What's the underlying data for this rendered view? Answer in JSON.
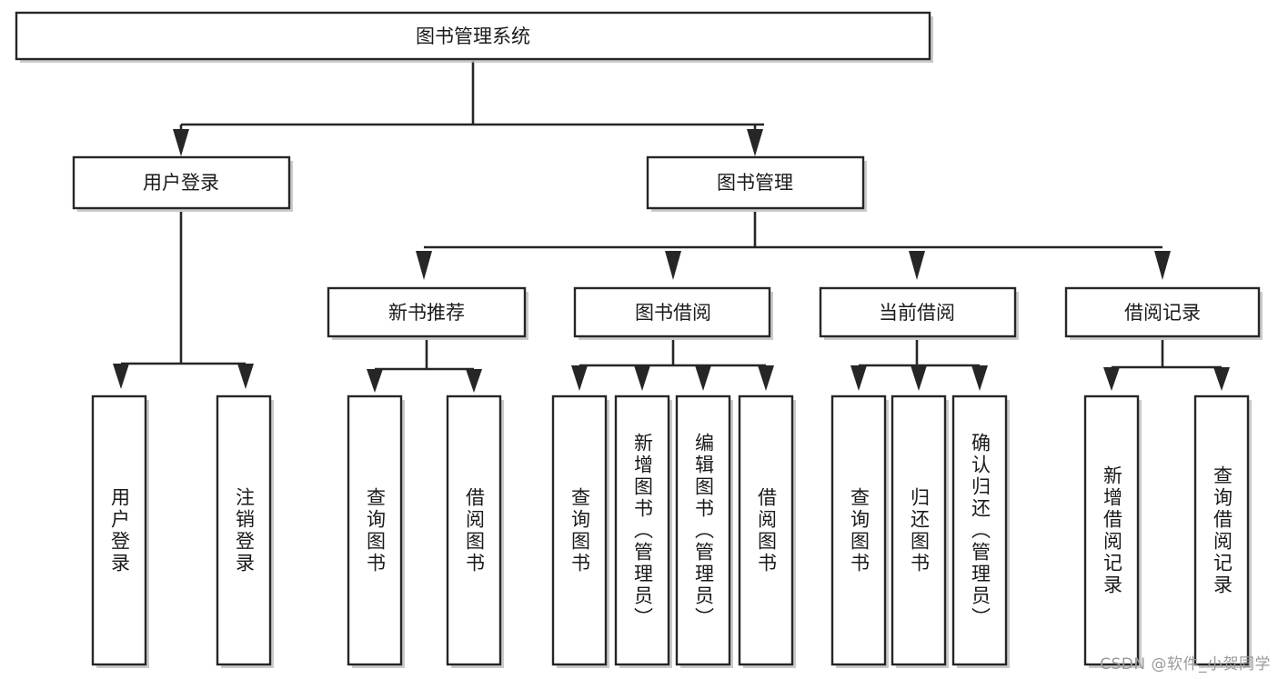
{
  "diagram": {
    "title": "图书管理系统",
    "type": "tree",
    "watermark": "CSDN @软件_小贺同学",
    "colors": {
      "box_stroke": "#262626",
      "box_fill": "#ffffff",
      "connector": "#262626",
      "text": "#1a1a1a",
      "watermark": "#9a9a9a",
      "background": "#ffffff"
    },
    "root": {
      "label": "图书管理系统"
    },
    "level2": [
      {
        "label": "用户登录"
      },
      {
        "label": "图书管理"
      }
    ],
    "level3": [
      {
        "label": "新书推荐"
      },
      {
        "label": "图书借阅"
      },
      {
        "label": "当前借阅"
      },
      {
        "label": "借阅记录"
      }
    ],
    "leaves": {
      "user_login": [
        {
          "label": "用户登录"
        },
        {
          "label": "注销登录"
        }
      ],
      "new_book_recommend": [
        {
          "label": "查询图书"
        },
        {
          "label": "借阅图书"
        }
      ],
      "book_borrow": [
        {
          "label": "查询图书"
        },
        {
          "label": "新增图书（管理员）"
        },
        {
          "label": "编辑图书（管理员）"
        },
        {
          "label": "借阅图书"
        }
      ],
      "current_borrow": [
        {
          "label": "查询图书"
        },
        {
          "label": "归还图书"
        },
        {
          "label": "确认归还（管理员）"
        }
      ],
      "borrow_record": [
        {
          "label": "新增借阅记录"
        },
        {
          "label": "查询借阅记录"
        }
      ]
    }
  }
}
